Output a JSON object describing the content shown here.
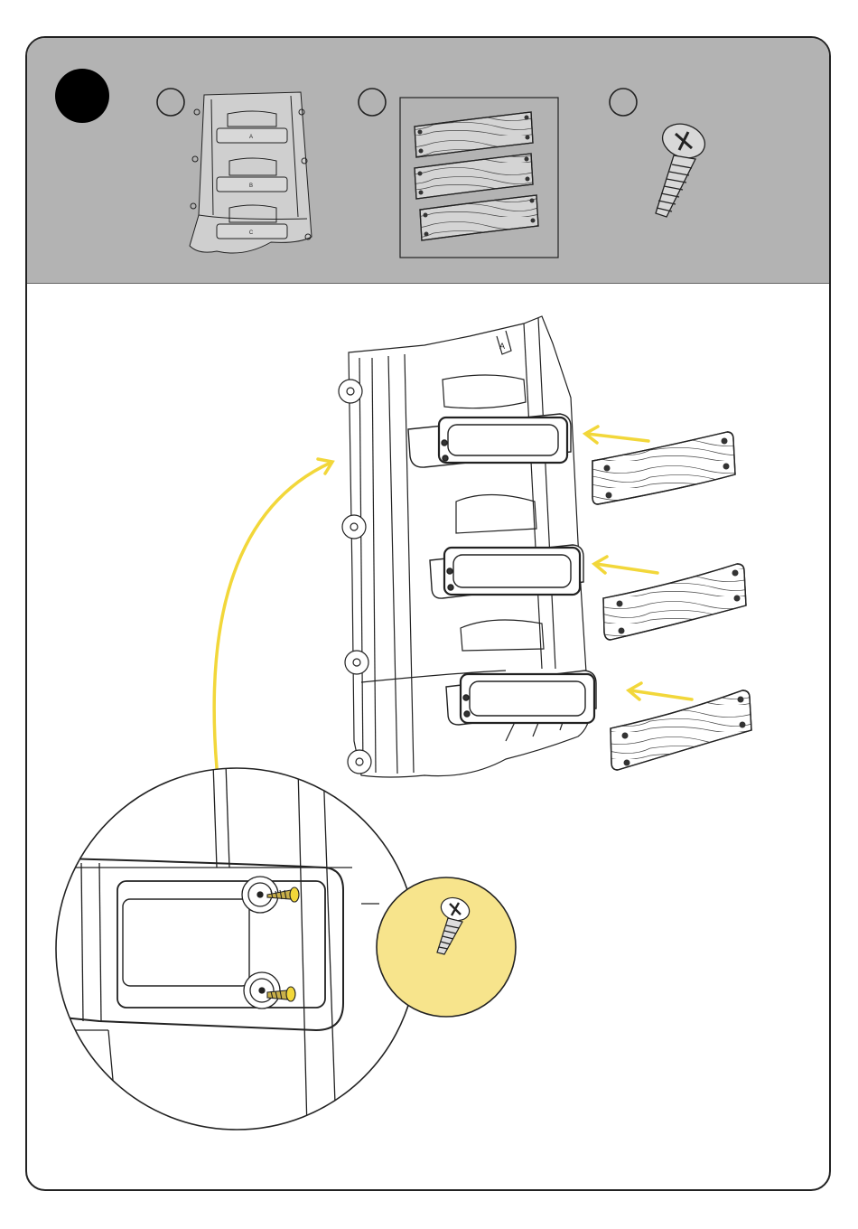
{
  "step": {
    "number": "",
    "marker_color": "#000000"
  },
  "parts": [
    {
      "id": "A",
      "name": "ladder-panel",
      "count_label": "",
      "icon": "ladder-panel-icon"
    },
    {
      "id": "B",
      "name": "wood-grain-step-set",
      "count_label": "",
      "icon": "wood-step-icon"
    },
    {
      "id": "C",
      "name": "screw",
      "count_label": "",
      "icon": "screw-icon"
    }
  ],
  "ladder_markings": [
    "A",
    "B",
    "C"
  ],
  "colors": {
    "band": "#b3b3b3",
    "arrow": "#f2d73a",
    "detail_highlight": "#f7e48c",
    "line": "#222222"
  }
}
